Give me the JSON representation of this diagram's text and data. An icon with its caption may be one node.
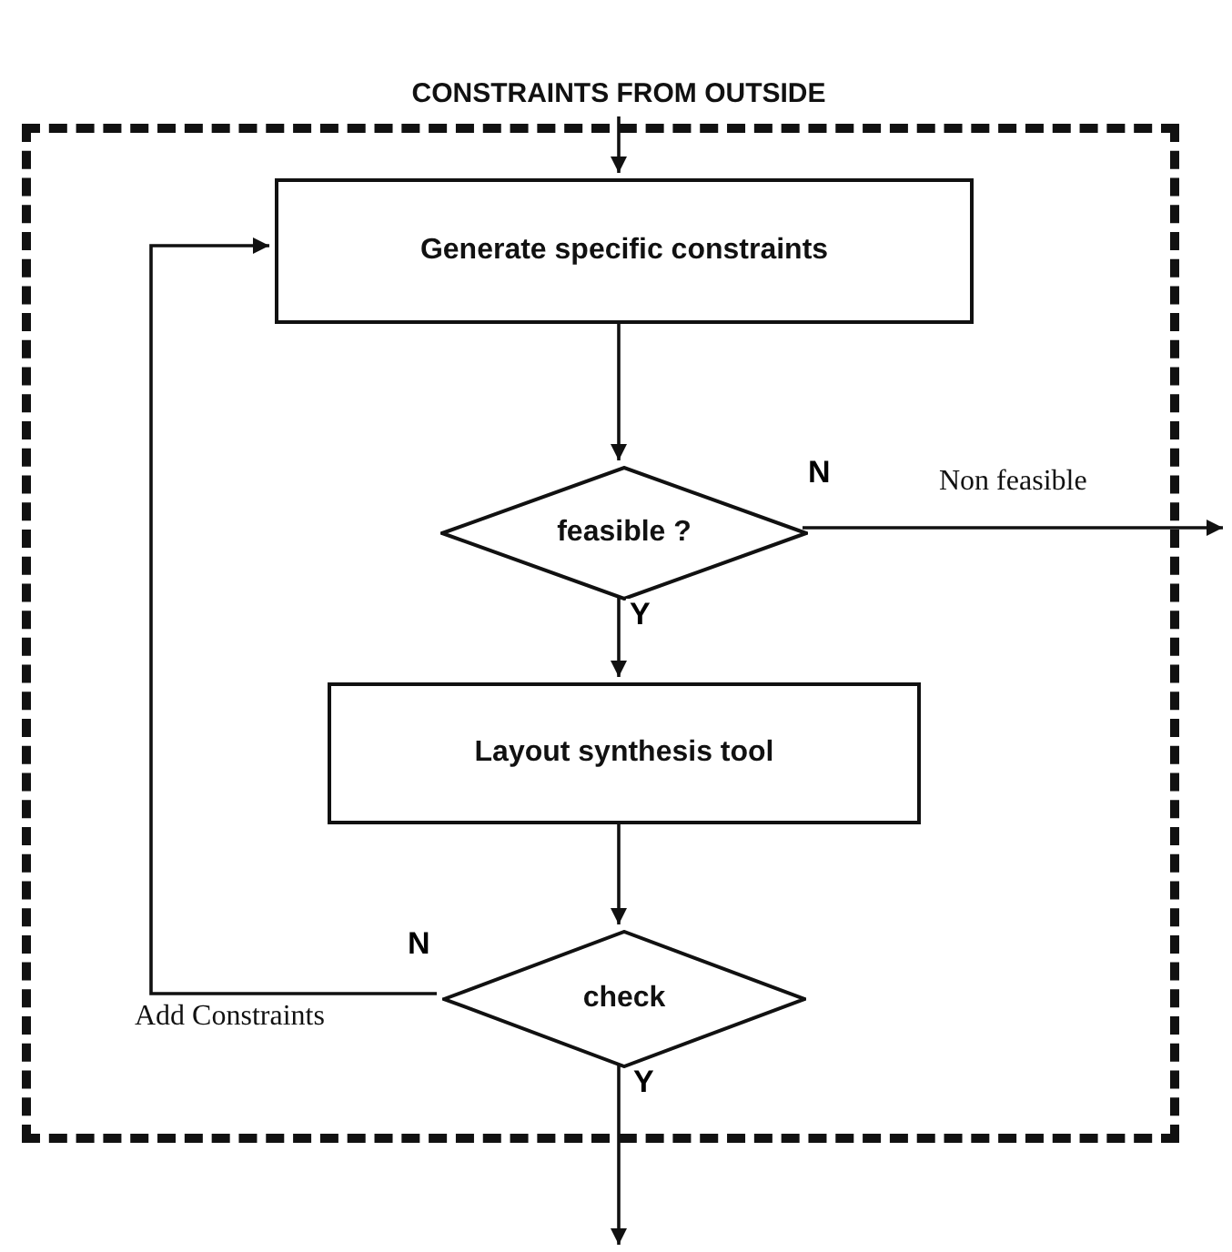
{
  "diagram": {
    "nodes": [
      {
        "text": [
          "CONSTRAINTS FROM OUTSIDE"
        ]
      },
      {
        "text": [],
        "shape": "box"
      },
      {
        "text": [
          "Generate specific constraints"
        ],
        "in": 1
      },
      {
        "text": [
          "feasible ?"
        ],
        "in": 1
      },
      {
        "text": [
          "Layout synthesis tool"
        ],
        "in": 1
      },
      {
        "text": [
          "check"
        ],
        "in": 1
      }
    ],
    "edges": [
      {
        "from": 0,
        "to": 2,
        "arrow": "to"
      },
      {
        "from": 2,
        "to": 3,
        "arrow": "to"
      },
      {
        "from": 3,
        "to": null,
        "arrow": "to",
        "label": "N"
      },
      {
        "from": 3,
        "to": 4,
        "arrow": "to",
        "label": "Y"
      },
      {
        "from": 4,
        "to": 5,
        "arrow": "to"
      },
      {
        "from": 5,
        "to": 2,
        "arrow": "to",
        "label": "N"
      },
      {
        "from": 5,
        "to": null,
        "arrow": "to",
        "label": "Y"
      }
    ],
    "labels": [
      "Non feasible",
      "Add Constraints"
    ]
  }
}
